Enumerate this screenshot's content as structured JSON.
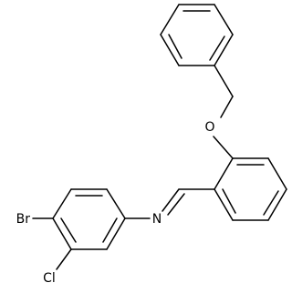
{
  "atoms": {
    "oxygen": "O",
    "nitrogen": "N",
    "bromine": "Br",
    "chlorine": "Cl"
  },
  "colors": {
    "bond": "#000000",
    "label": "#000000",
    "background": "#ffffff"
  }
}
